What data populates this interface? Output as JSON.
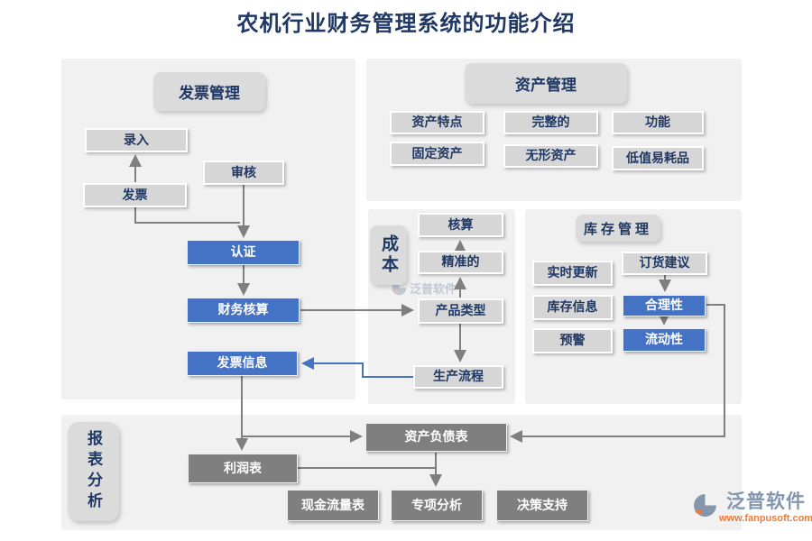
{
  "title": "农机行业财务管理系统的功能介绍",
  "panels": {
    "invoice": {
      "header": "发票管理",
      "nodes": {
        "entry": "录入",
        "review": "审核",
        "invoice": "发票",
        "certify": "认证",
        "accounting": "财务核算",
        "invoice_info": "发票信息"
      }
    },
    "asset": {
      "header": "资产管理",
      "nodes": [
        "资产特点",
        "完整的",
        "功能",
        "固定资产",
        "无形资产",
        "低值易耗品"
      ]
    },
    "cost": {
      "header": "成本",
      "nodes": [
        "核算",
        "精准的",
        "产品类型",
        "生产流程"
      ]
    },
    "inventory": {
      "header": "库存管理",
      "left_nodes": [
        "实时更新",
        "库存信息",
        "预警"
      ],
      "right_nodes": [
        "订货建议",
        "合理性",
        "流动性"
      ]
    },
    "report": {
      "header": "报表分析",
      "nodes": [
        "资产负债表",
        "利润表",
        "现金流量表",
        "专项分析",
        "决策支持"
      ]
    }
  },
  "watermark": {
    "brand": "泛普软件"
  },
  "logo": {
    "brand": "泛普软件",
    "url": "www.fanpusoft.com"
  },
  "colors": {
    "accent_blue": "#4472c4",
    "node_gray": "#d6d6d6",
    "dark_gray": "#7f7f7f",
    "navy_text": "#1f3864",
    "panel_bg": "#f1f1f1",
    "connector_gray": "#7f7f7f",
    "logo_blue_gray": "#8496ad",
    "logo_orange": "#e87c3c"
  }
}
